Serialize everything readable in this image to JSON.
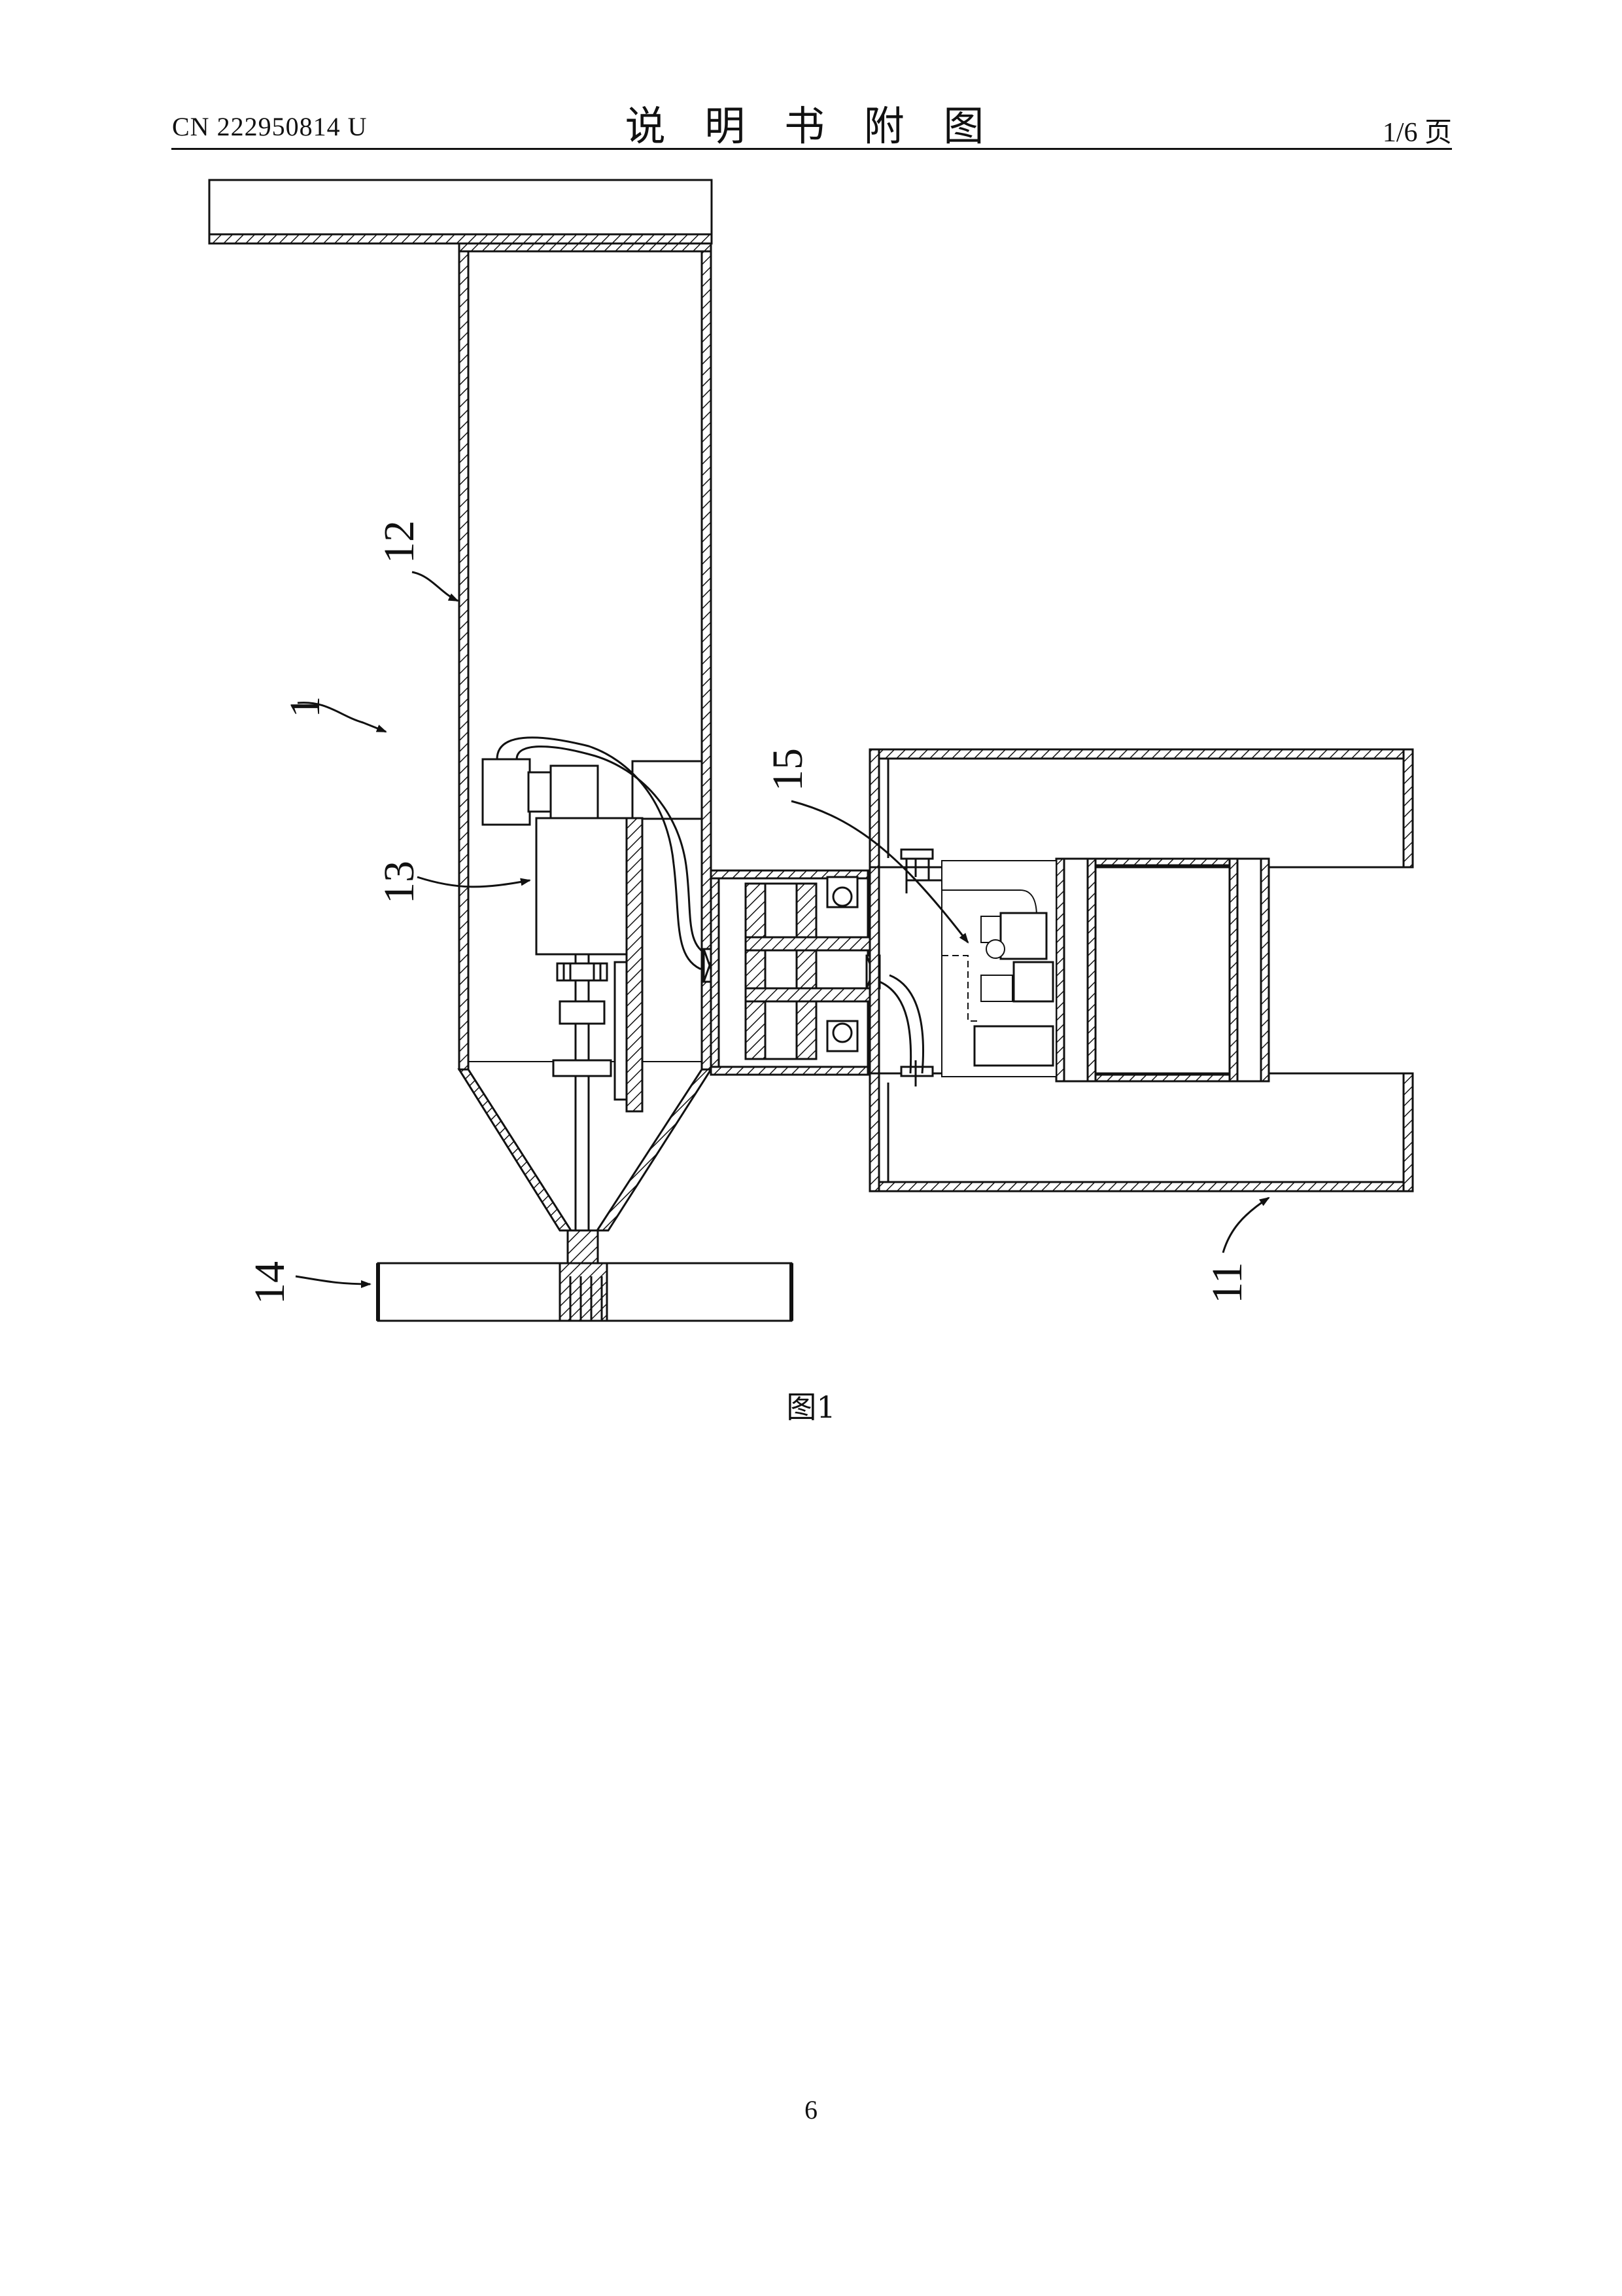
{
  "header": {
    "doc_number": "CN 222950814 U",
    "title": "说 明 书 附 图",
    "page_of": "1/6 页"
  },
  "figure": {
    "caption": "图1",
    "ref_labels": {
      "r1": "1",
      "r11": "11",
      "r12": "12",
      "r13": "13",
      "r14": "14",
      "r15": "15"
    }
  },
  "footer": {
    "page_number": "6"
  }
}
